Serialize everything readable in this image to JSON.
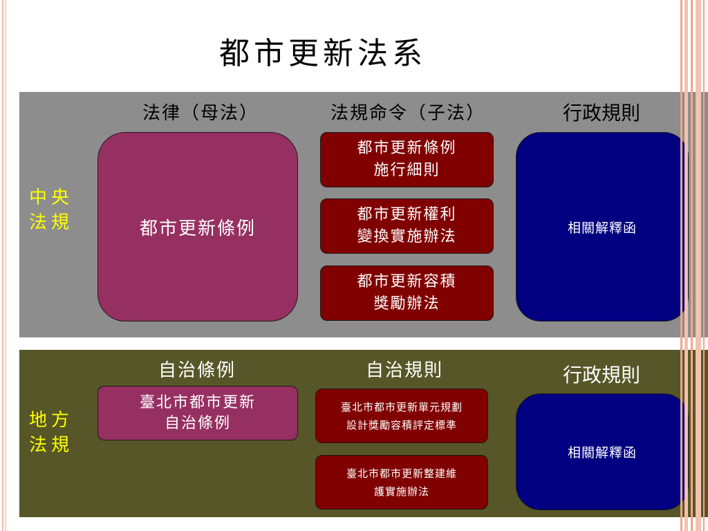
{
  "title": "都市更新法系",
  "central": {
    "label_line1": "中央",
    "label_line2": "法規",
    "col_law": "法律（母法）",
    "col_regulation": "法規命令（子法）",
    "col_admin": "行政規則",
    "law_box": "都市更新條例",
    "regulations": [
      "都市更新條例\n施行細則",
      "都市更新權利\n變換實施辦法",
      "都市更新容積\n獎勵辦法"
    ],
    "admin_box": "相關解釋函"
  },
  "local": {
    "label_line1": "地方",
    "label_line2": "法規",
    "col_law": "自治條例",
    "col_regulation": "自治規則",
    "col_admin": "行政規則",
    "law_box": "臺北市都市更新\n自治條例",
    "regulations": [
      "臺北市都市更新單元規劃\n設計獎勵容積評定標準",
      "臺北市都市更新整建維\n護實施辦法"
    ],
    "admin_box": "相關解釋函"
  },
  "colors": {
    "central_bg": "#8d8d8d",
    "local_bg": "#565628",
    "law_box": "#963062",
    "regulation_box": "#800000",
    "admin_box": "#000080",
    "side_label": "#ffff00"
  }
}
